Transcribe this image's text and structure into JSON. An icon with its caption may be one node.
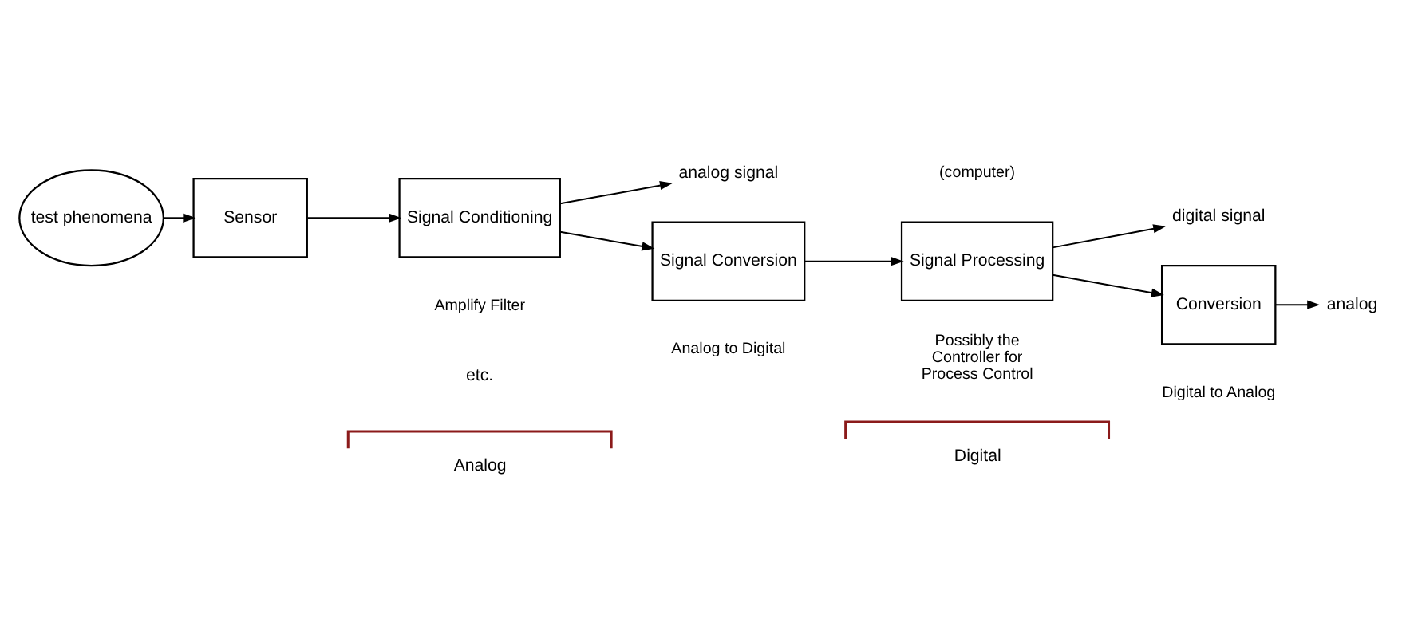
{
  "diagram": {
    "nodes": [
      {
        "text": [
          "test phenomena"
        ]
      },
      {
        "text": [
          "Sensor"
        ]
      },
      {
        "text": [
          "Signal Conditioning"
        ],
        "beside": [
          "Amplify Filter"
        ]
      },
      {
        "text": [
          "Signal Conversion"
        ],
        "beside": [
          "Analog to Digital"
        ]
      },
      {
        "text": [
          "Signal Processing"
        ],
        "beside": [
          "(computer)",
          "Possibly the Controller for Process Control"
        ]
      },
      {
        "text": [
          "Conversion"
        ],
        "beside": [
          "Digital to Analog"
        ]
      },
      {
        "text": [
          "analog signal"
        ]
      },
      {
        "text": [
          "digital signal"
        ]
      },
      {
        "text": [
          "analog"
        ]
      }
    ],
    "edges": [
      {
        "from": 0,
        "to": 1,
        "arrow": "to"
      },
      {
        "from": 1,
        "to": 2,
        "arrow": "to"
      },
      {
        "from": 2,
        "to": 3,
        "arrow": "to"
      },
      {
        "from": 2,
        "to": 6,
        "arrow": "to"
      },
      {
        "from": 3,
        "to": 4,
        "arrow": "to"
      },
      {
        "from": 4,
        "to": 5,
        "arrow": "to"
      },
      {
        "from": 4,
        "to": 7,
        "arrow": "to"
      },
      {
        "from": 5,
        "to": 8,
        "arrow": "to"
      }
    ],
    "labels": [
      "etc.",
      "Analog",
      "Digital"
    ]
  }
}
